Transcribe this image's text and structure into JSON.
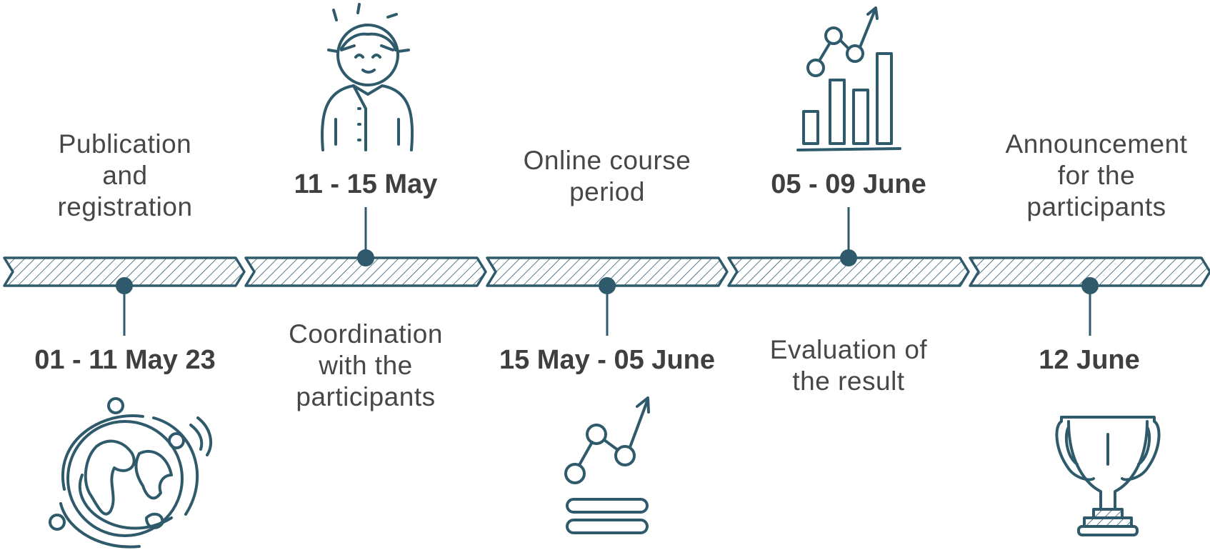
{
  "colors": {
    "stroke": "#2e5a6c",
    "text": "#474747",
    "date": "#3f3f3f"
  },
  "timeline": {
    "steps": [
      {
        "label": "Publication and registration",
        "label_lines": [
          "Publication",
          "and",
          "registration"
        ],
        "date": "01 - 11 May 23",
        "position": "bottom",
        "icon": "globe-icon"
      },
      {
        "label": "Coordination with the participants",
        "label_lines": [
          "Coordination",
          "with the",
          "participants"
        ],
        "date": "11 - 15 May",
        "position": "top",
        "icon": "person-icon"
      },
      {
        "label": "Online course period",
        "label_lines": [
          "Online course",
          "period"
        ],
        "date": "15 May - 05 June",
        "position": "bottom",
        "icon": "growth-chart-icon"
      },
      {
        "label": "Evaluation of the result",
        "label_lines": [
          "Evaluation of",
          "the result"
        ],
        "date": "05 - 09 June",
        "position": "top",
        "icon": "bar-chart-icon"
      },
      {
        "label": "Announcement for the participants",
        "label_lines": [
          "Announcement",
          "for the",
          "participants"
        ],
        "date": "12 June",
        "position": "bottom",
        "icon": "trophy-icon"
      }
    ]
  }
}
